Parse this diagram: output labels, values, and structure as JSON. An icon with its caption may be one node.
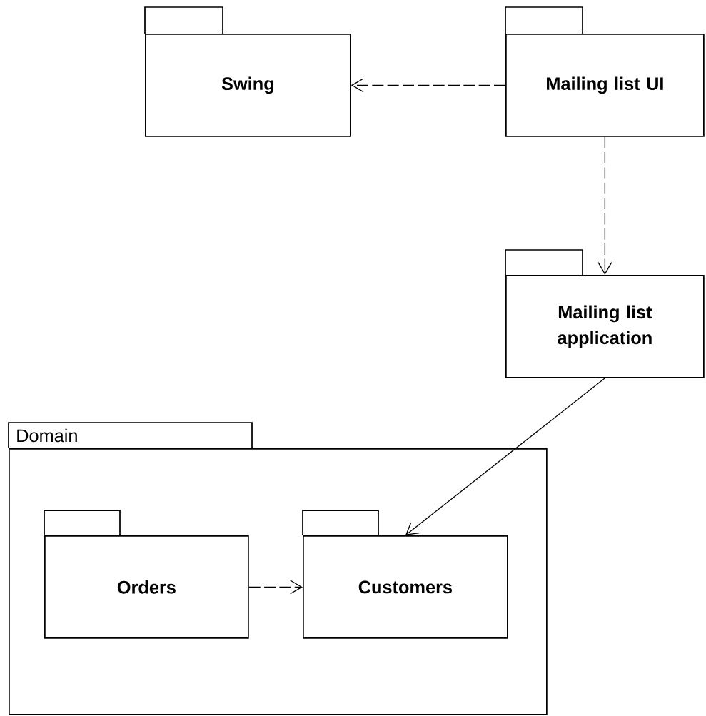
{
  "diagram": {
    "nodes": [
      {
        "text": [
          "Swing"
        ]
      },
      {
        "text": [
          "Mailing list UI"
        ]
      },
      {
        "text": [
          "Mailing list application"
        ]
      },
      {
        "text": [
          "Domain"
        ]
      },
      {
        "text": [
          "Orders"
        ],
        "in": 3
      },
      {
        "text": [
          "Customers"
        ],
        "in": 3
      }
    ],
    "edges": [
      {
        "from": 1,
        "to": 0,
        "arrow": "to",
        "style": "dashed"
      },
      {
        "from": 1,
        "to": 2,
        "arrow": "to",
        "style": "dashed"
      },
      {
        "from": 2,
        "to": 5,
        "arrow": "to"
      },
      {
        "from": 4,
        "to": 5,
        "arrow": "to",
        "style": "dashed"
      }
    ]
  }
}
